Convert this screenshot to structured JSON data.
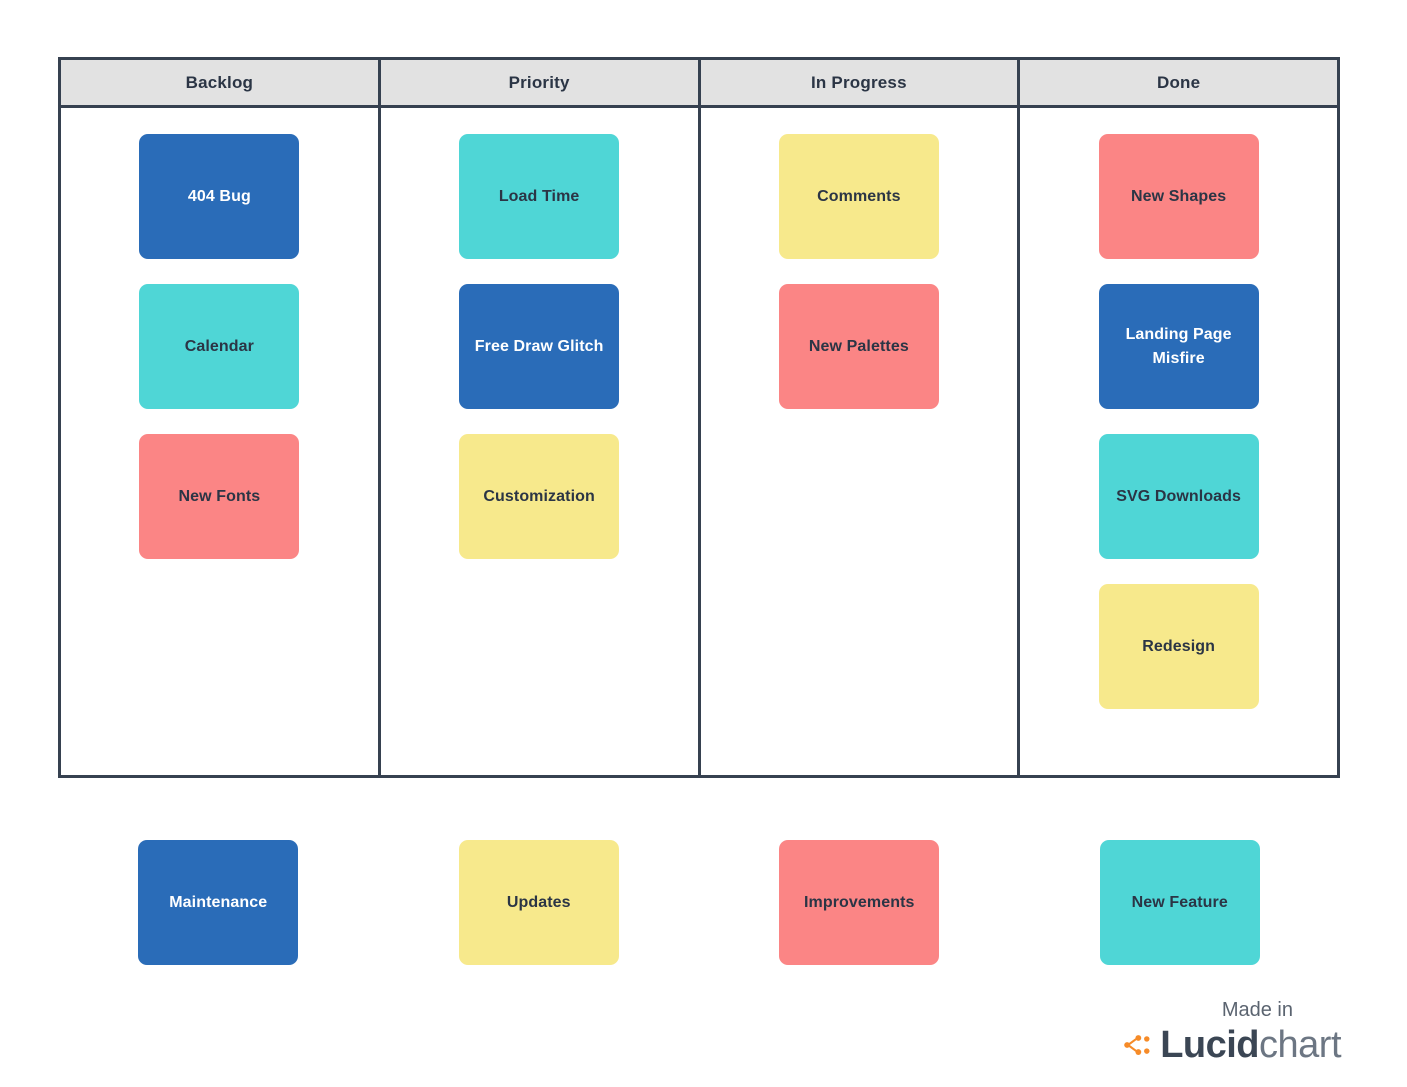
{
  "board": {
    "columns": [
      {
        "header": "Backlog",
        "cards": [
          {
            "label": "404 Bug",
            "color": "#2a6cb8",
            "text_color": "#ffffff"
          },
          {
            "label": "Calendar",
            "color": "#4fd6d6",
            "text_color": "#2b3545"
          },
          {
            "label": "New Fonts",
            "color": "#fb8585",
            "text_color": "#2b3545"
          }
        ]
      },
      {
        "header": "Priority",
        "cards": [
          {
            "label": "Load Time",
            "color": "#4fd6d6",
            "text_color": "#2b3545"
          },
          {
            "label": "Free Draw Glitch",
            "color": "#2a6cb8",
            "text_color": "#ffffff"
          },
          {
            "label": "Customization",
            "color": "#f7e98c",
            "text_color": "#2b3545"
          }
        ]
      },
      {
        "header": "In Progress",
        "cards": [
          {
            "label": "Comments",
            "color": "#f7e98c",
            "text_color": "#2b3545"
          },
          {
            "label": "New Palettes",
            "color": "#fb8585",
            "text_color": "#2b3545"
          }
        ]
      },
      {
        "header": "Done",
        "cards": [
          {
            "label": "New Shapes",
            "color": "#fb8585",
            "text_color": "#2b3545"
          },
          {
            "label": "Landing Page Misfire",
            "color": "#2a6cb8",
            "text_color": "#ffffff"
          },
          {
            "label": "SVG Downloads",
            "color": "#4fd6d6",
            "text_color": "#2b3545"
          },
          {
            "label": "Redesign",
            "color": "#f7e98c",
            "text_color": "#2b3545"
          }
        ]
      }
    ]
  },
  "legend": {
    "items": [
      {
        "label": "Maintenance",
        "color": "#2a6cb8",
        "text_color": "#ffffff"
      },
      {
        "label": "Updates",
        "color": "#f7e98c",
        "text_color": "#2b3545"
      },
      {
        "label": "Improvements",
        "color": "#fb8585",
        "text_color": "#2b3545"
      },
      {
        "label": "New Feature",
        "color": "#4fd6d6",
        "text_color": "#2b3545"
      }
    ]
  },
  "attribution": {
    "made_in": "Made in",
    "brand_bold": "Lucid",
    "brand_light": "chart",
    "mark_color": "#f68b28"
  },
  "theme": {
    "border_color": "#364150",
    "header_background": "#e2e2e2",
    "header_text": "#2b3545",
    "page_background": "#ffffff"
  }
}
